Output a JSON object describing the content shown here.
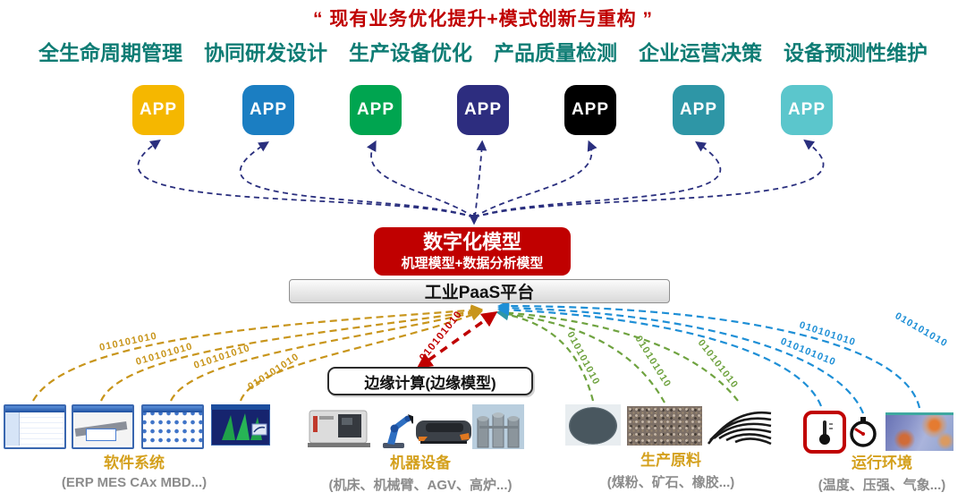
{
  "title": "“ 现有业务优化提升+模式创新与重构 ”",
  "business_items": [
    "全生命周期管理",
    "协同研发设计",
    "生产设备优化",
    "产品质量检测",
    "企业运营决策",
    "设备预测性维护"
  ],
  "app": {
    "label": "APP",
    "colors": [
      "#F5B700",
      "#1B7EC2",
      "#00A550",
      "#2D2D7F",
      "#000000",
      "#2E96A6",
      "#5BC6CC"
    ]
  },
  "digital_model": {
    "title": "数字化模型",
    "subtitle": "机理模型+数据分析模型"
  },
  "paas": {
    "label": "工业PaaS平台"
  },
  "edge": {
    "label": "边缘计算(边缘模型)"
  },
  "binary_label": "010101010",
  "categories": [
    {
      "name": "软件系统",
      "detail": "(ERP MES CAx MBD...)"
    },
    {
      "name": "机器设备",
      "detail": "(机床、机械臂、AGV、高炉...)"
    },
    {
      "name": "生产原料",
      "detail": "(煤粉、矿石、橡胶...)"
    },
    {
      "name": "运行环境",
      "detail": "(温度、压强、气象...)"
    }
  ],
  "colors": {
    "title_red": "#C00000",
    "business_teal": "#0E7C74",
    "navy_arrows": "#2A2F7E",
    "gold_lines": "#C8951B",
    "green_lines": "#6FA340",
    "blue_lines": "#1E8FD6",
    "category_gold": "#D4A01C"
  }
}
